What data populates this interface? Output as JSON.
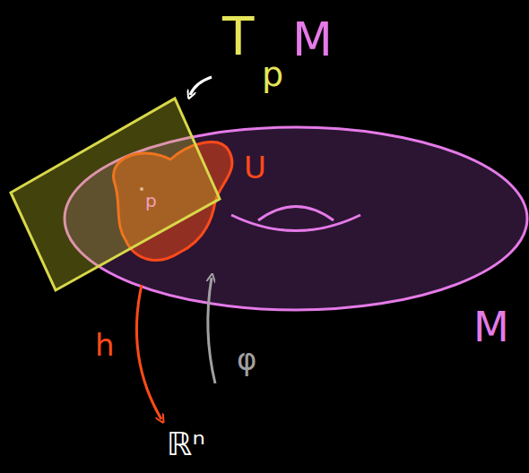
{
  "diagram": {
    "nodes": [
      {
        "text": [
          "M"
        ]
      },
      {
        "text": [
          "U",
          "p"
        ],
        "in": 0
      },
      {
        "text": [
          "T",
          "p",
          "M"
        ]
      }
    ],
    "labels": [
      "h",
      "φ",
      "ℝⁿ"
    ]
  }
}
